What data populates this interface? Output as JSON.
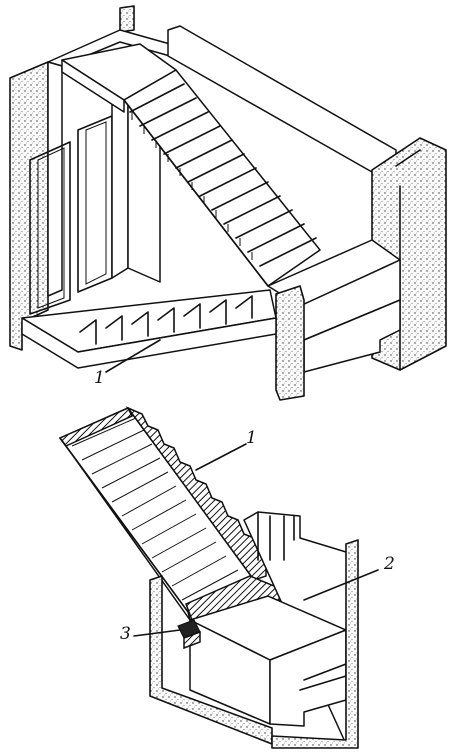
{
  "callouts": {
    "upper_1": "1",
    "lower_1": "1",
    "lower_2": "2",
    "lower_3": "3"
  }
}
